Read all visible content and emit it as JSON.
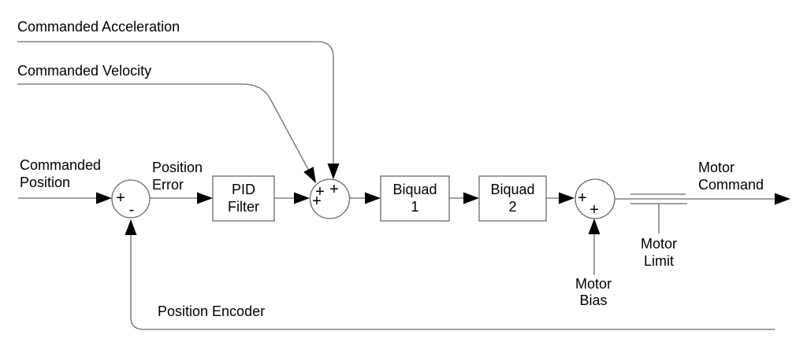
{
  "diagram": {
    "type": "control-system-block-diagram",
    "inputs": {
      "commanded_acceleration": "Commanded Acceleration",
      "commanded_velocity": "Commanded Velocity",
      "commanded_position": {
        "line1": "Commanded",
        "line2": "Position"
      },
      "motor_bias": {
        "line1": "Motor",
        "line2": "Bias"
      },
      "position_encoder": "Position Encoder"
    },
    "signals": {
      "position_error": {
        "line1": "Position",
        "line2": "Error"
      },
      "motor_command": {
        "line1": "Motor",
        "line2": "Command"
      },
      "motor_limit": {
        "line1": "Motor",
        "line2": "Limit"
      }
    },
    "blocks": {
      "pid_filter": {
        "line1": "PID",
        "line2": "Filter"
      },
      "biquad1": {
        "line1": "Biquad",
        "line2": "1"
      },
      "biquad2": {
        "line1": "Biquad",
        "line2": "2"
      }
    },
    "summing_junctions": {
      "position_sum": {
        "sign1": "+",
        "sign2": "-"
      },
      "command_sum": {
        "sign1": "+",
        "sign2": "+",
        "sign3": "+"
      },
      "output_sum": {
        "sign1": "+",
        "sign2": "+"
      }
    },
    "colors": {
      "background": "#ffffff",
      "line": "#6b6b6b",
      "arrowhead": "#000000",
      "text": "#000000"
    }
  }
}
